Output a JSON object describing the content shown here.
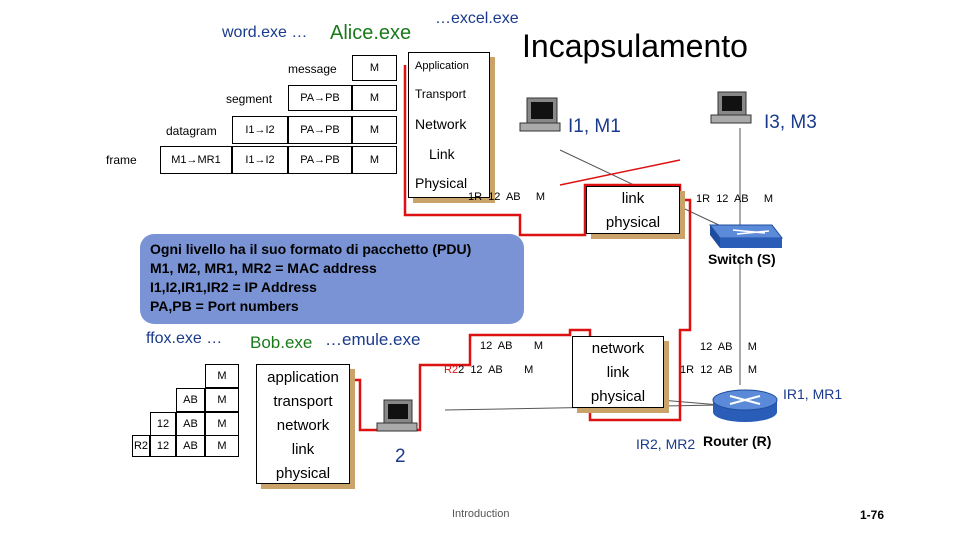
{
  "title": "Incapsulamento",
  "top_apps": {
    "word": "word.exe …",
    "alice": "Alice.exe",
    "excel": "…excel.exe"
  },
  "layers_left": {
    "message_label": "message",
    "segment_label": "segment",
    "datagram_label": "datagram",
    "frame_label": "frame",
    "msg_row": [
      "M"
    ],
    "seg_row": [
      "PA→PB",
      "M"
    ],
    "dgram_row": [
      "I1→I2",
      "PA→PB",
      "M"
    ],
    "frame_row": [
      "M1→MR1",
      "I1→I2",
      "PA→PB",
      "M"
    ]
  },
  "stack_alice": [
    "Application",
    "Transport",
    "Network",
    "Link",
    "Physical"
  ],
  "pkt_alice_out": [
    "1R",
    "12",
    "AB",
    "M"
  ],
  "host_i1": "I1, M1",
  "host_i3": "I3, M3",
  "switch_stack": [
    "link",
    "physical"
  ],
  "pkt_switch": [
    "1R",
    "12",
    "AB",
    "M"
  ],
  "switch_label": "Switch (S)",
  "note_lines": [
    "Ogni livello ha il suo formato di pacchetto (PDU)",
    "M1, M2, MR1, MR2 = MAC address",
    "I1,I2,IR1,IR2 = IP Address",
    "PA,PB = Port numbers"
  ],
  "bottom_apps": {
    "firefox": "ffox.exe …",
    "bob": "Bob.exe",
    "emule": "…emule.exe"
  },
  "bob_layers": {
    "r1": [
      "M"
    ],
    "r2": [
      "AB",
      "M"
    ],
    "r3": [
      "12",
      "AB",
      "M"
    ],
    "r4": [
      "R2",
      "12",
      "AB",
      "M"
    ]
  },
  "stack_bob": [
    "application",
    "transport",
    "network",
    "link",
    "physical"
  ],
  "pkt_router_in": [
    "12",
    "AB",
    "M"
  ],
  "pkt_router_in2": [
    "R2",
    "2",
    "12",
    "AB",
    "M"
  ],
  "host_2": "2",
  "router_stack": [
    "network",
    "link",
    "physical"
  ],
  "pkt_router_out1": [
    "12",
    "AB",
    "M"
  ],
  "pkt_router_out2": [
    "1R",
    "12",
    "AB",
    "M"
  ],
  "router_iface_1": "IR1, MR1",
  "router_iface_2": "IR2, MR2",
  "router_label": "Router (R)",
  "footer": {
    "center": "Introduction",
    "page": "1-76"
  },
  "colors": {
    "path": "#dd1111",
    "note_bg": "#7a93d4",
    "shadow": "#c9a36a",
    "device": "#2a5db8",
    "link_line": "#555555"
  }
}
